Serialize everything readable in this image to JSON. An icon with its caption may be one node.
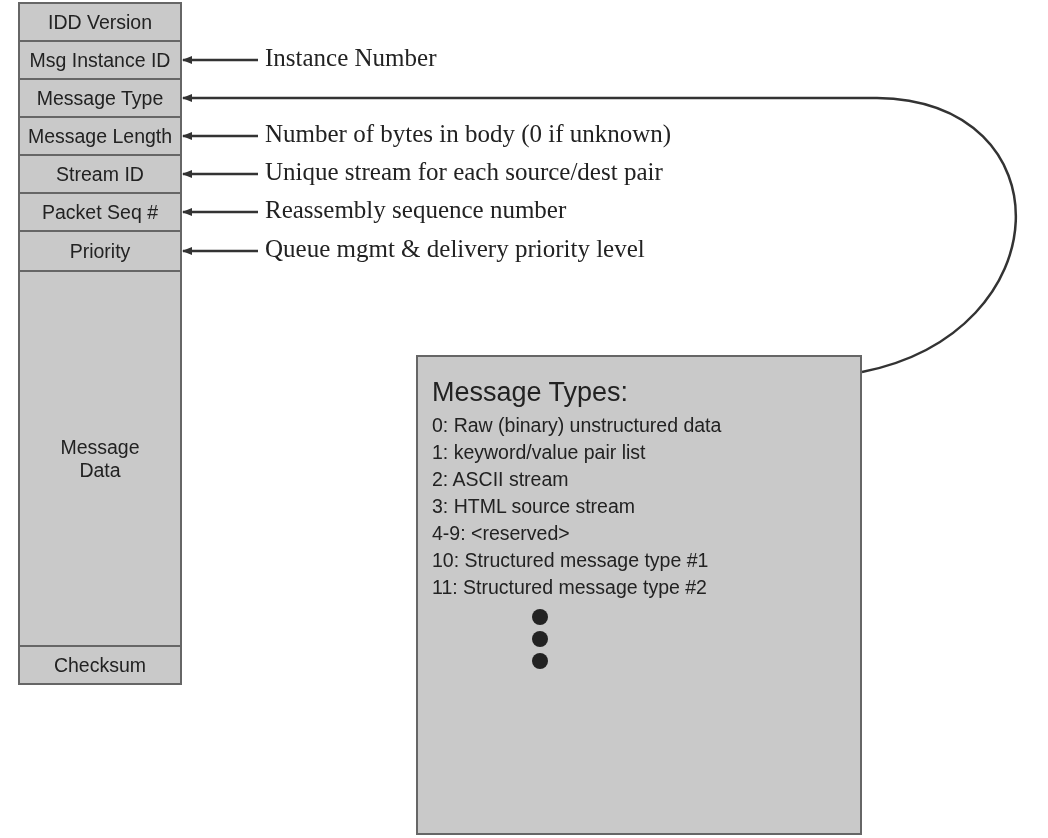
{
  "diagram": {
    "nodes": [
      {
        "text": [
          "IDD Version"
        ]
      },
      {
        "text": [
          "Msg Instance ID"
        ]
      },
      {
        "text": [
          "Message Type"
        ]
      },
      {
        "text": [
          "Message Length"
        ]
      },
      {
        "text": [
          "Stream ID"
        ]
      },
      {
        "text": [
          "Packet Seq #"
        ]
      },
      {
        "text": [
          "Priority"
        ]
      },
      {
        "text": [
          "Message Data"
        ]
      },
      {
        "text": [
          "Checksum"
        ]
      },
      {
        "text": [
          "Instance Number"
        ]
      },
      {
        "text": [
          "Number of bytes in body (0 if unknown)"
        ]
      },
      {
        "text": [
          "Unique stream for each source/dest pair"
        ]
      },
      {
        "text": [
          "Reassembly sequence number"
        ]
      },
      {
        "text": [
          "Queue mgmt & delivery priority level"
        ]
      },
      {
        "text": [
          "Message Types:",
          "0: Raw (binary) unstructured data",
          "1: keyword/value pair list",
          "2: ASCII stream",
          "3: HTML source stream",
          "4-9: <reserved>",
          "10: Structured message type #1",
          "11: Structured message type #2"
        ]
      }
    ],
    "edges": [
      {
        "from": 9,
        "to": 1,
        "arrow": "to"
      },
      {
        "from": 10,
        "to": 3,
        "arrow": "to"
      },
      {
        "from": 11,
        "to": 4,
        "arrow": "to"
      },
      {
        "from": 12,
        "to": 5,
        "arrow": "to"
      },
      {
        "from": 13,
        "to": 6,
        "arrow": "to"
      },
      {
        "from": 14,
        "to": 2,
        "arrow": "to"
      }
    ]
  }
}
